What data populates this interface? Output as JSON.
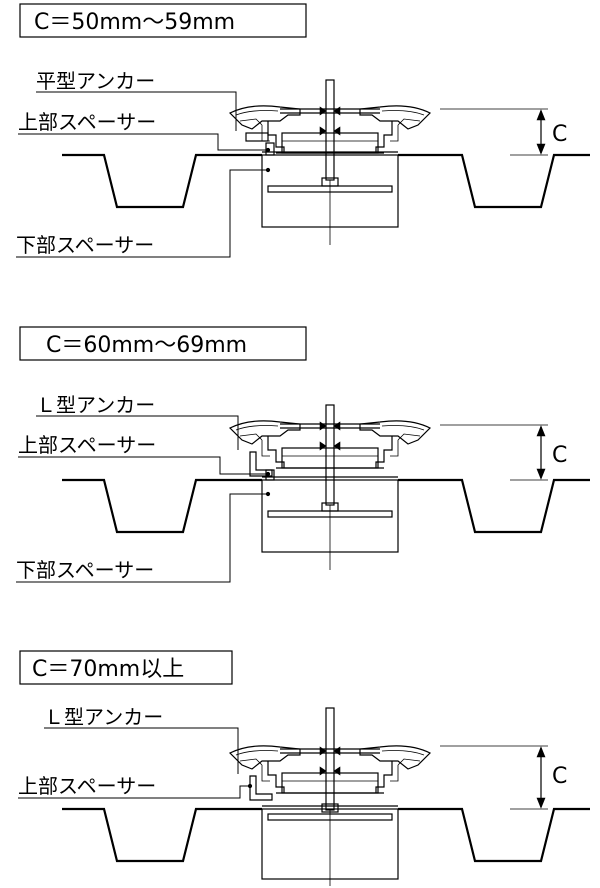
{
  "sections": [
    {
      "title": "C＝50mm～59mm",
      "labels": [
        "平型アンカー",
        "上部スペーサー",
        "下部スペーサー"
      ],
      "dimension": "C"
    },
    {
      "title": "C＝60mm～69mm",
      "labels": [
        "Ｌ型アンカー",
        "上部スペーサー",
        "下部スペーサー"
      ],
      "dimension": "C"
    },
    {
      "title": "C＝70mm以上",
      "labels": [
        "Ｌ型アンカー",
        "上部スペーサー"
      ],
      "dimension": "C"
    }
  ]
}
